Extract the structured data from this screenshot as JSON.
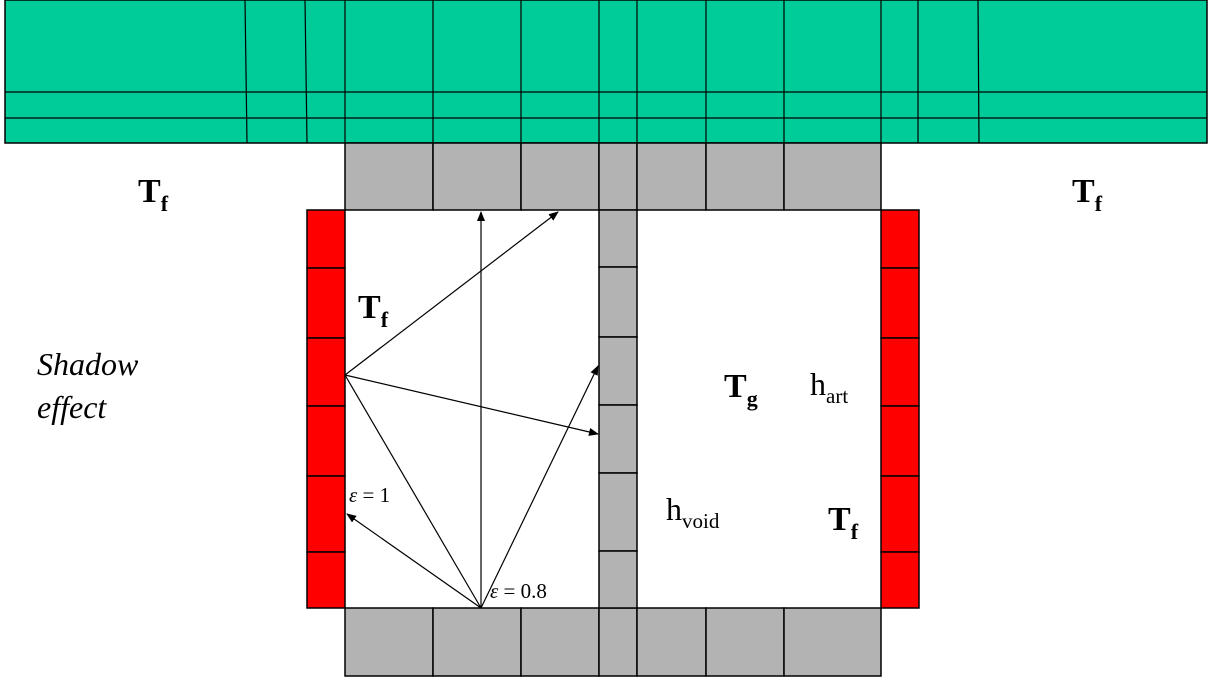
{
  "labels": {
    "tf_main": "T",
    "tf_sub": "f",
    "tg_main": "T",
    "tg_sub": "g",
    "h_main": "h",
    "hart_sub": "art",
    "hvoid_sub": "void",
    "shadow_line1": "Shadow",
    "shadow_line2": "effect",
    "eps_symbol": "ε",
    "eps1_rest": " = 1",
    "eps08_rest": " = 0.8"
  },
  "colors": {
    "slab": "#00cc99",
    "block": "#b3b3b3",
    "heated": "#ff0000",
    "line": "#000000"
  }
}
